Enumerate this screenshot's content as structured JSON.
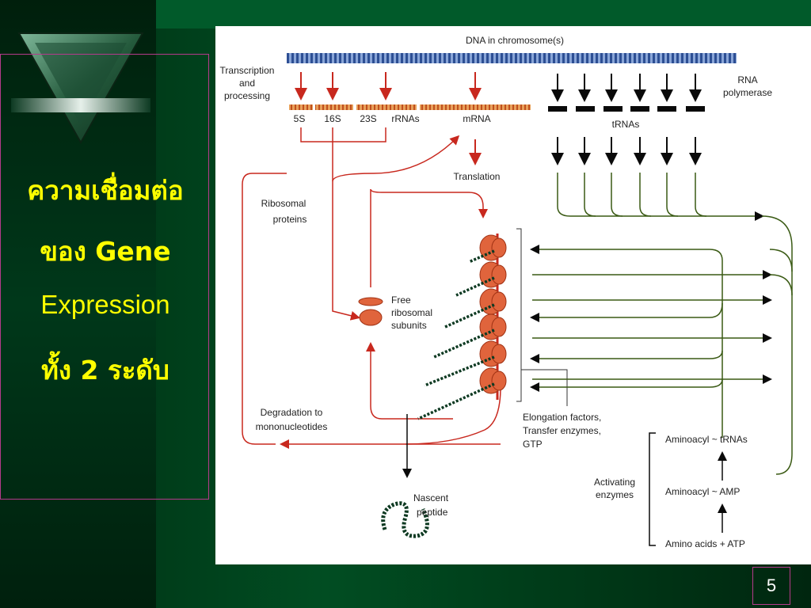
{
  "slide": {
    "title_lines": [
      "ความเชื่อมต่อ",
      "ของ Gene",
      "Expression",
      "ทั้ง 2 ระดับ"
    ],
    "page_number": "5"
  },
  "diagram": {
    "top_label": "DNA in chromosome(s)",
    "transcription_label": [
      "Transcription",
      "and",
      "processing"
    ],
    "rna_polymerase_label": [
      "RNA",
      "polymerase"
    ],
    "rrna_labels": [
      "5S",
      "16S",
      "23S",
      "rRNAs"
    ],
    "mrna_label": "mRNA",
    "trnas_label": "tRNAs",
    "translation_label": "Translation",
    "ribosomal_proteins_label": [
      "Ribosomal",
      "proteins"
    ],
    "free_subunits_label": [
      "Free",
      "ribosomal",
      "subunits"
    ],
    "degradation_label": [
      "Degradation to",
      "mononucleotides"
    ],
    "nascent_label": [
      "Nascent",
      "peptide"
    ],
    "elongation_label": [
      "Elongation factors,",
      "Transfer enzymes,",
      "GTP"
    ],
    "aminoacyl_trnas_label": "Aminoacyl ~ tRNAs",
    "aminoacyl_amp_label": "Aminoacyl ~ AMP",
    "amino_acids_label": "Amino acids + ATP",
    "activating_label": [
      "Activating",
      "enzymes"
    ]
  },
  "colors": {
    "title": "#ffff00",
    "accent_border": "#b43a8c",
    "arrow_red": "#c8281e",
    "ribosome": "#e0643c",
    "dna_blue": "#5a78b4",
    "trna_arrow": "#0a0a0a"
  }
}
